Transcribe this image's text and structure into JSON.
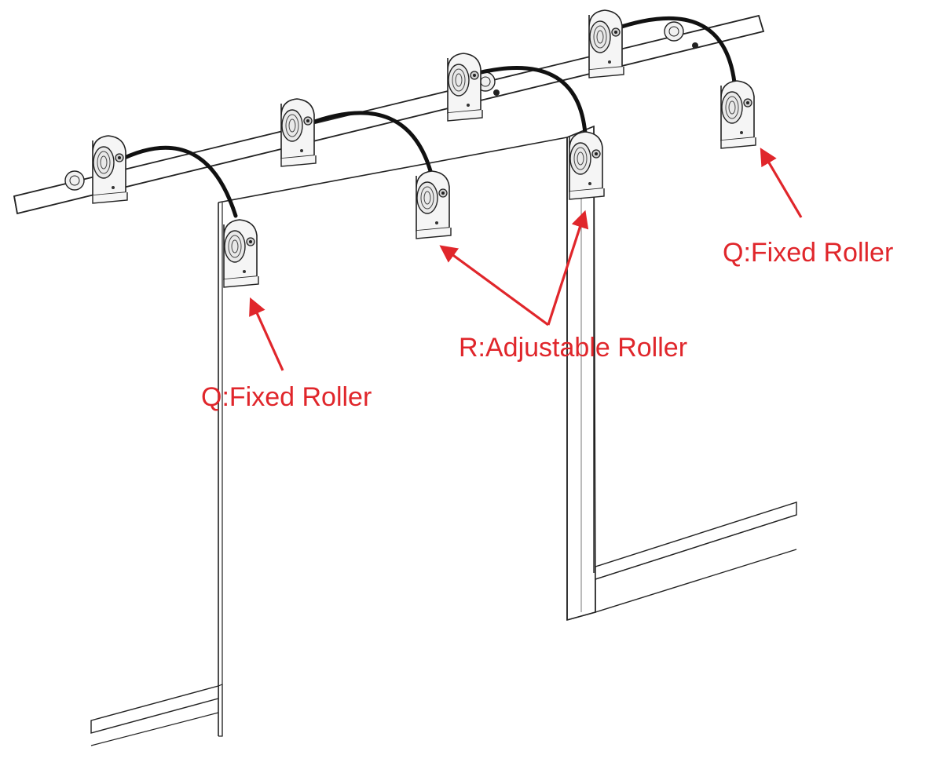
{
  "labels": {
    "fixed_roller_left": "Q:Fixed Roller",
    "fixed_roller_right": "Q:Fixed Roller",
    "adjustable_roller": "R:Adjustable Roller"
  },
  "colors": {
    "annotation": "#e0262b",
    "line": "#222222",
    "hardware_fill": "#f5f5f5",
    "strap": "#111111",
    "background": "#ffffff"
  },
  "icons": {
    "annotation_arrow": "arrow-icon",
    "roller": "roller-icon"
  }
}
